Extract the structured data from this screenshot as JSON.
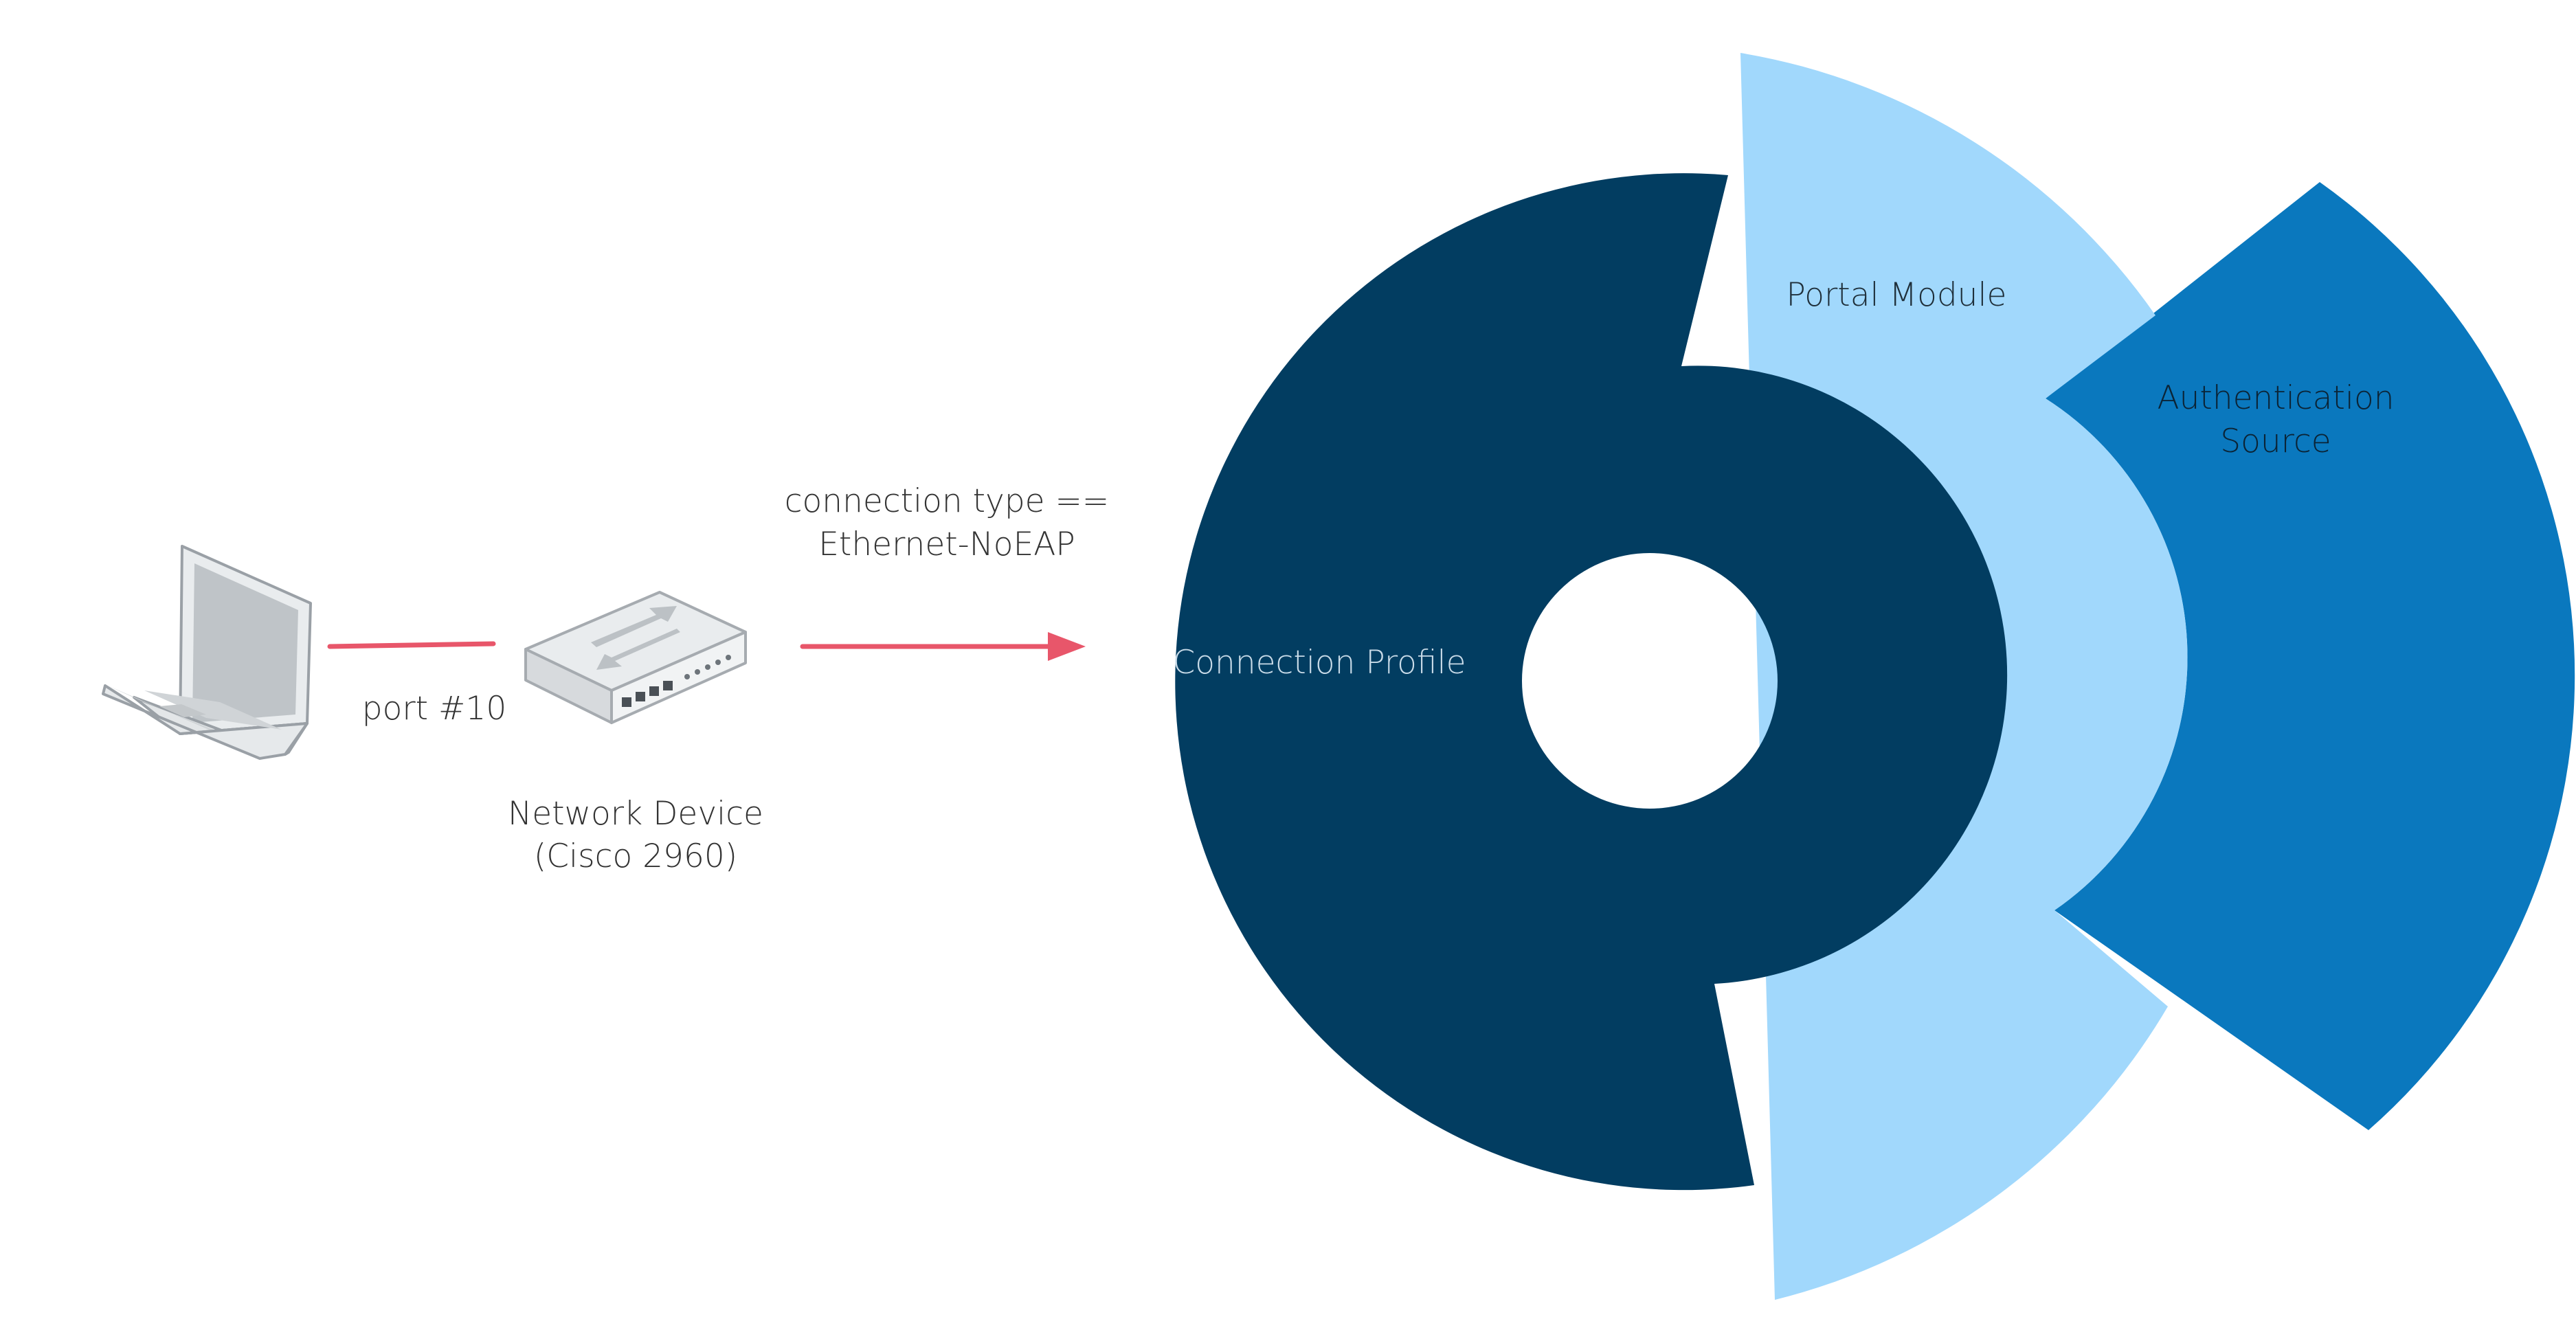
{
  "link": {
    "port_label": "port #10"
  },
  "network_device": {
    "line1": "Network Device",
    "line2": "(Cisco 2960)"
  },
  "condition": {
    "line1": "connection type ==",
    "line2": "Ethernet-NoEAP"
  },
  "rings": {
    "connection_profile": "Connection Profile",
    "portal_module": "Portal Module",
    "auth_source_line1": "Authentication",
    "auth_source_line2": "Source"
  },
  "colors": {
    "connection_profile": "#023d61",
    "portal_module": "#a1d8fc",
    "auth_source": "#0a78be",
    "link_line": "#e8566a",
    "label_text": "#333333",
    "label_on_dark": "#c9dbe8"
  },
  "icons": {
    "laptop": "laptop-icon",
    "switch": "network-switch-icon"
  }
}
